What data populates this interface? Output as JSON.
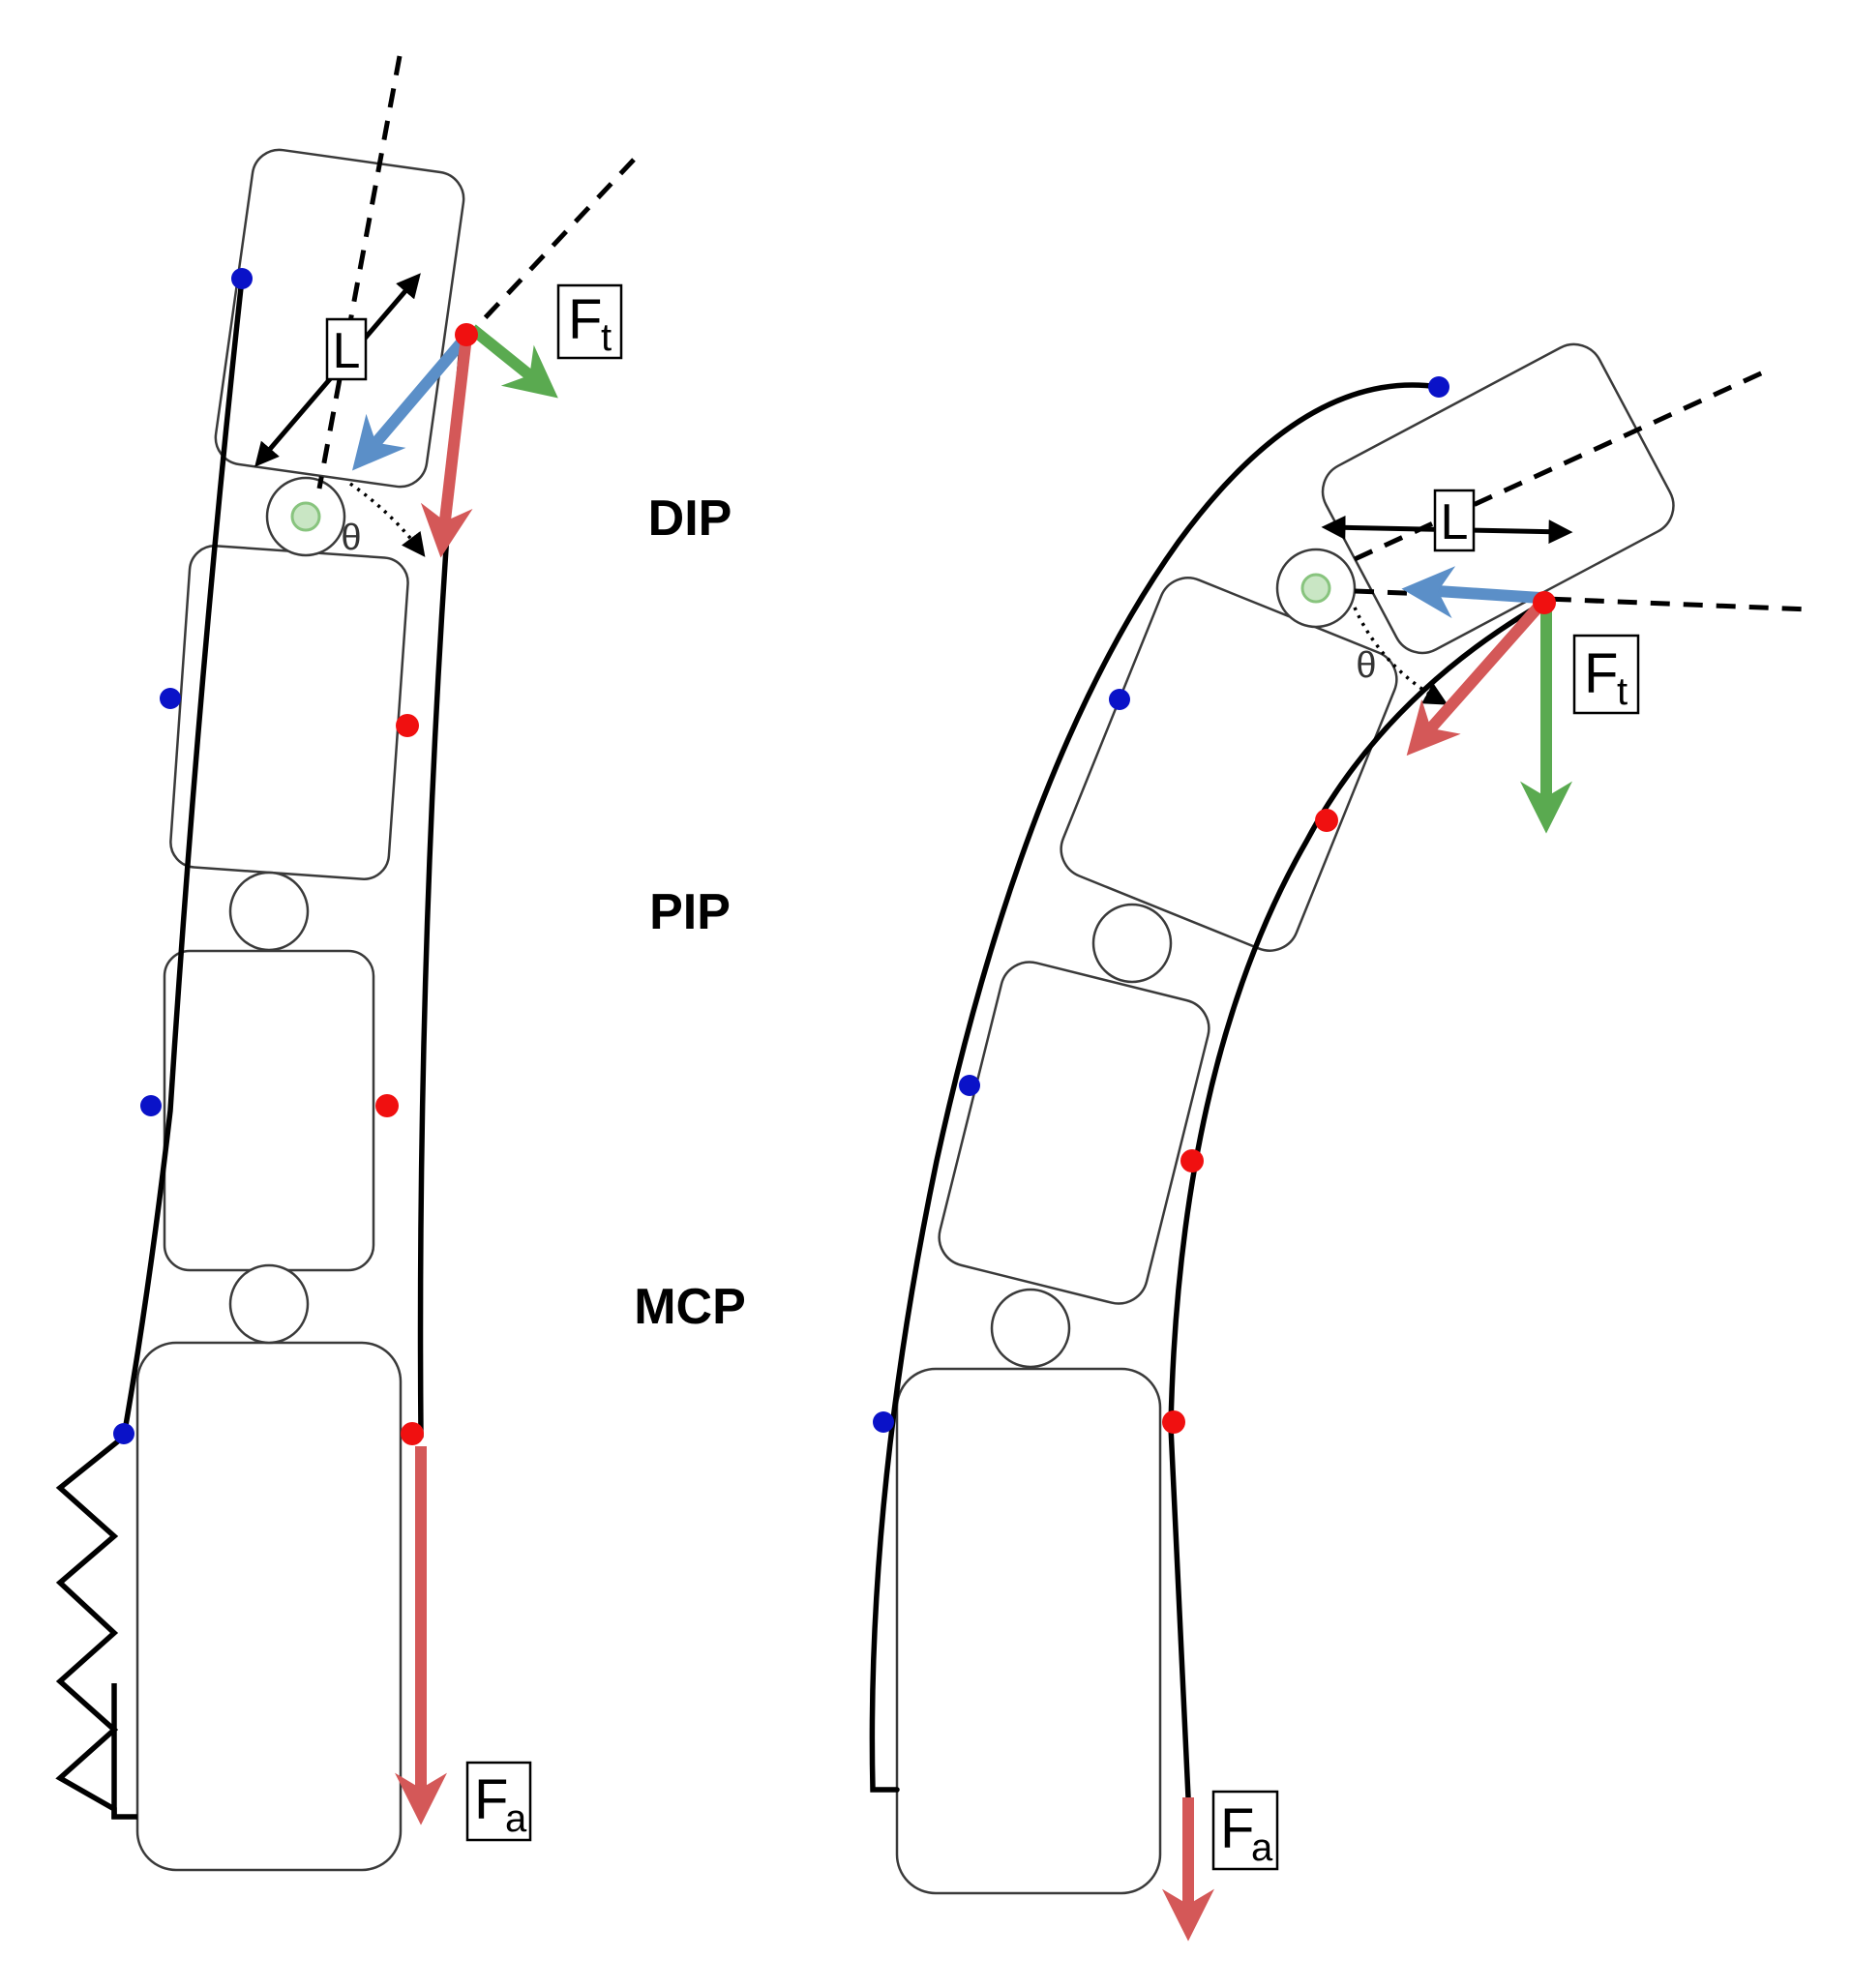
{
  "colors": {
    "anchor_left": "#0a12c8",
    "anchor_right": "#f01010",
    "force_red": "#d45858",
    "force_green": "#5aaa50",
    "force_blue": "#5b8fc8",
    "pivot_fill": "#c9e6c4",
    "pivot_stroke": "#88c47e"
  },
  "joints": {
    "dip": "DIP",
    "pip": "PIP",
    "mcp": "MCP"
  },
  "left_finger": {
    "force_tip": {
      "letter": "F",
      "sub": "t"
    },
    "force_actuation": {
      "letter": "F",
      "sub": "a"
    },
    "length_label": "L",
    "angle_label": "θ"
  },
  "right_finger": {
    "force_tip": {
      "letter": "F",
      "sub": "t"
    },
    "force_actuation": {
      "letter": "F",
      "sub": "a"
    },
    "length_label": "L",
    "angle_label": "θ"
  }
}
